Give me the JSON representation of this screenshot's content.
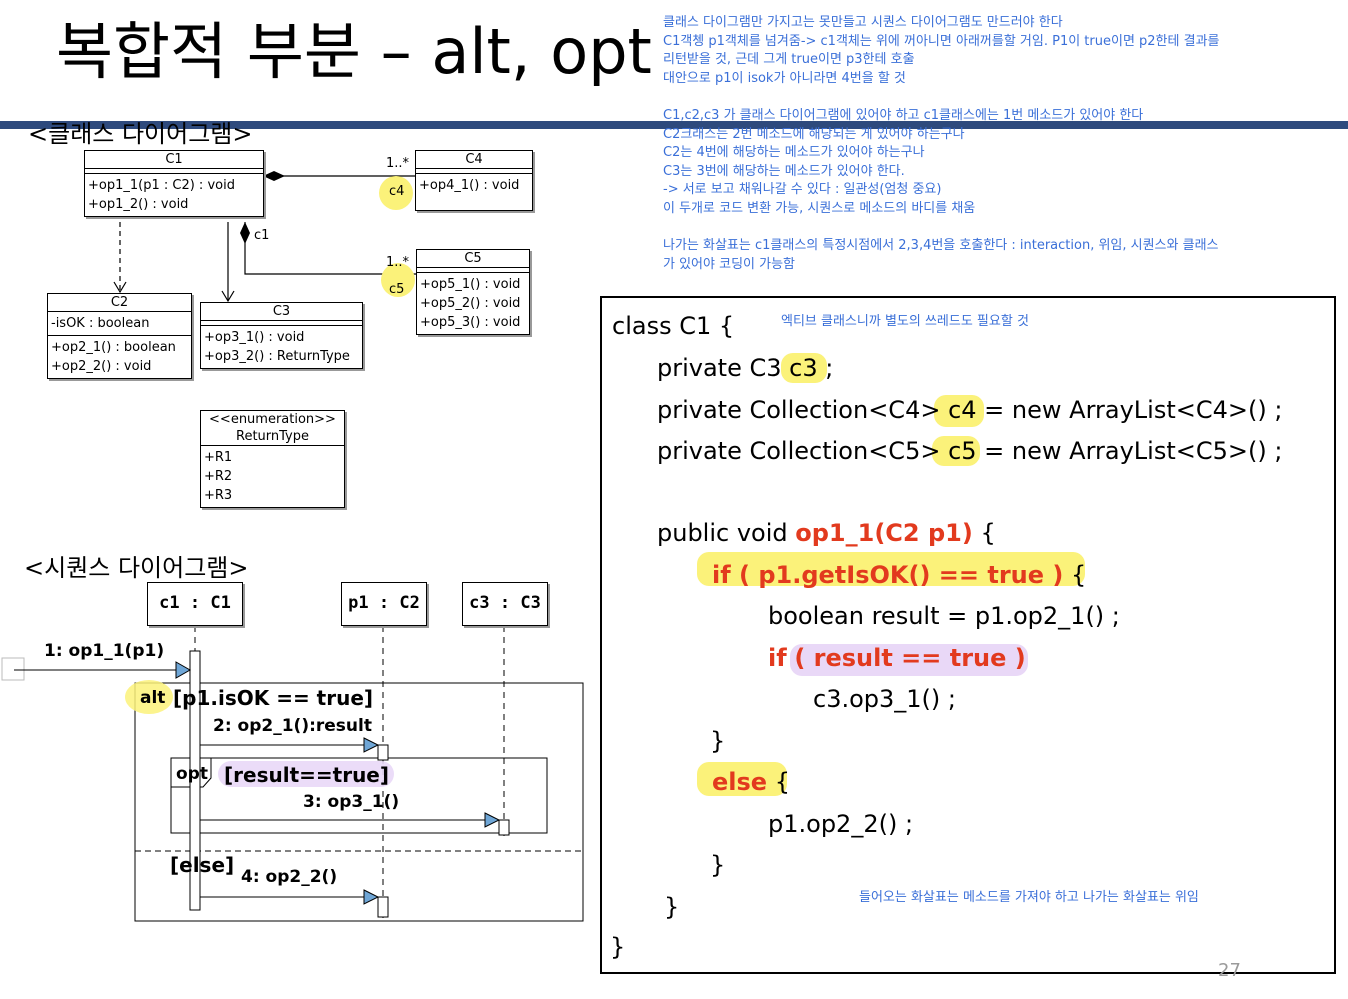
{
  "slide": {
    "title": "복합적 부분 – alt, opt",
    "page_number": "27"
  },
  "notes": {
    "top": [
      "클래스 다이그램만 가지고는 못만들고 시퀀스 다이어그램도 만드러야 한다",
      "C1객쳉 p1객체를 넘겨줌-> c1객체는 위에 꺼아니면 아래꺼를할 거임. P1이 true이면 p2한테 결과를",
      "리턴받을 것, 근데 그게 true이면 p3한테 호출",
      "대안으로 p1이 isok가 아니라면 4번을 할 것",
      "",
      "C1,c2,c3 가 클래스 다이어그램에 있어야 하고 c1클래스에는 1번 메소드가 있어야 한다",
      "C2크래스는 2번 메소드에 해당되는 게 있어야 하는구나",
      "C2는 4번에 해당하는 메소드가 있어야 하는구나",
      "C3는 3번에 해당하는 메소드가 있어야 한다.",
      "-> 서로 보고 채워나갈 수 있다 : 일관성(엄청 중요)",
      "이 두개로 코드 변환 가능, 시퀀스로 메소드의 바디를 채움",
      "",
      "나가는 화살표는 c1클래스의 특정시점에서 2,3,4번을 호출한다 : interaction, 위임, 시퀀스와 클래스",
      "가 있어야 코딩이 가능함"
    ],
    "code_note1": "엑티브 클래스니까 별도의 쓰레드도 필요할 것",
    "code_note2": "들어오는 화살표는 메소드를 가져야 하고 나가는 화살표는 위임"
  },
  "class_diagram": {
    "label": "<클래스 다이어그램>",
    "classes": {
      "c1": {
        "name": "C1",
        "ops": [
          "+op1_1(p1 : C2) : void",
          "+op1_2() : void"
        ]
      },
      "c4": {
        "name": "C4",
        "ops": [
          "+op4_1() : void"
        ]
      },
      "c5": {
        "name": "C5",
        "ops": [
          "+op5_1() : void",
          "+op5_2() : void",
          "+op5_3() : void"
        ]
      },
      "c2": {
        "name": "C2",
        "attrs": [
          "-isOK : boolean"
        ],
        "ops": [
          "+op2_1() : boolean",
          "+op2_2() : void"
        ]
      },
      "c3": {
        "name": "C3",
        "ops": [
          "+op3_1() : void",
          "+op3_2() : ReturnType"
        ]
      },
      "enum": {
        "stereotype": "<<enumeration>>",
        "name": "ReturnType",
        "items": [
          "+R1",
          "+R2",
          "+R3"
        ]
      }
    },
    "assoc": {
      "mult_c4": "1..*",
      "role_c4": "c4",
      "role_c1": "c1",
      "mult_c5": "1..*",
      "role_c5": "c5"
    }
  },
  "sequence_diagram": {
    "label": "<시퀀스 다이어그램>",
    "lifelines": [
      "c1 : C1",
      "p1 : C2",
      "c3 : C3"
    ],
    "messages": [
      "1: op1_1(p1)",
      "2: op2_1():result",
      "3: op3_1()",
      "4: op2_2()"
    ],
    "alt_label": "alt",
    "alt_guard": "[p1.isOK  ==  true]",
    "opt_label": "opt",
    "opt_guard": "[result==true]",
    "else_guard": "[else]"
  },
  "code": {
    "l1": "class C1 {",
    "l2a": "private C3 ",
    "l2b": "c3",
    "l2c": " ;",
    "l3a": "private Collection<C4> ",
    "l3b": "c4",
    "l3c": " = new ArrayList<C4>() ;",
    "l4a": "private Collection<C5> ",
    "l4b": "c5",
    "l4c": " = new ArrayList<C5>() ;",
    "l5a": "public void ",
    "l5b": "op1_1(C2 p1)",
    "l5c": " {",
    "l6a": "if ( p1.getIsOK() == true )",
    "l6b": " {",
    "l7": "boolean result = p1.op2_1() ;",
    "l8a": "if",
    "l8b": "( result == true )",
    "l9": "c3.op3_1() ;",
    "l10": "}",
    "l11a": "else",
    "l11b": " {",
    "l12": "p1.op2_2() ;",
    "l13": "}",
    "l14": "}",
    "l15": "}"
  }
}
